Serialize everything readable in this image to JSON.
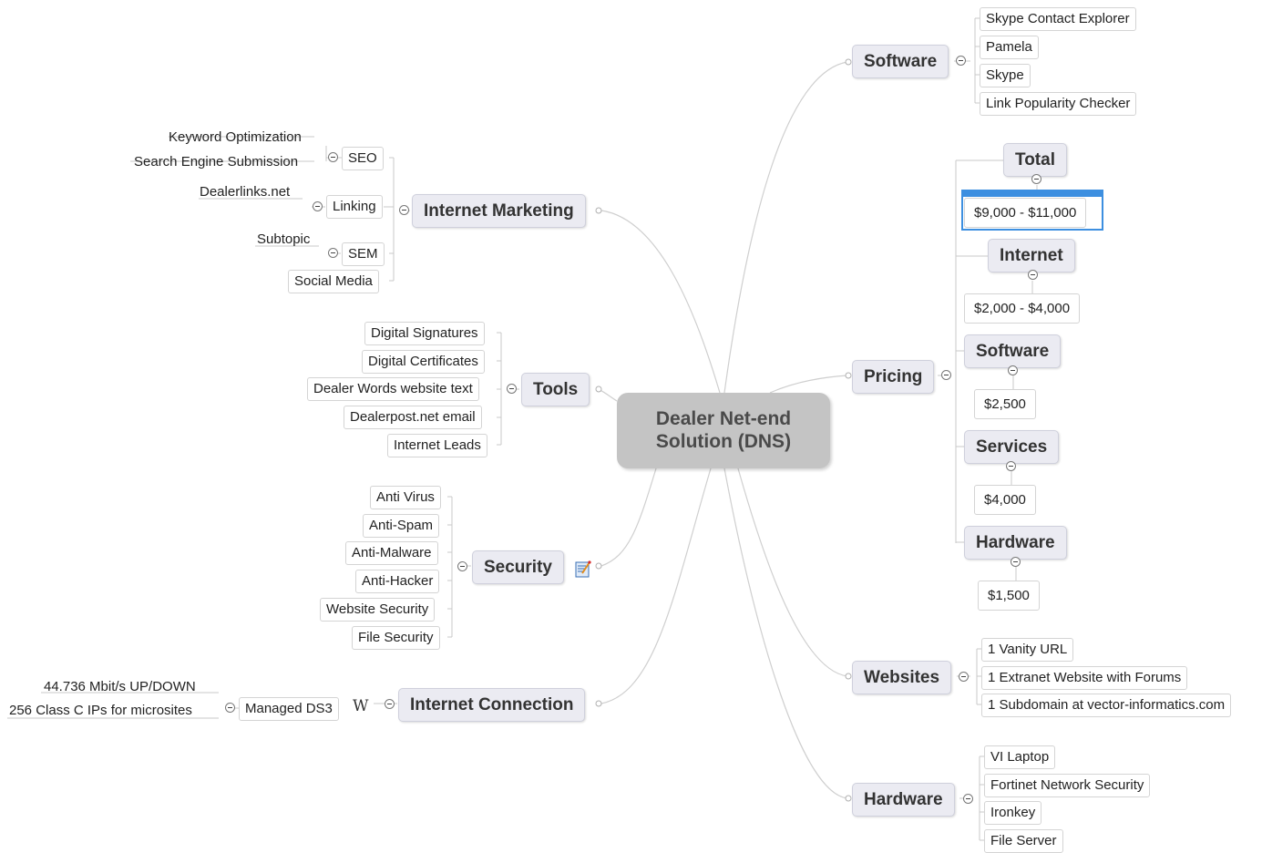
{
  "central_topic": {
    "line1": "Dealer Net-end",
    "line2": "Solution (DNS)"
  },
  "software": {
    "label": "Software",
    "items": [
      "Skype Contact Explorer",
      "Pamela",
      "Skype",
      "Link Popularity Checker"
    ]
  },
  "pricing": {
    "label": "Pricing",
    "total": {
      "label": "Total",
      "value": "$9,000 - $11,000"
    },
    "internet": {
      "label": "Internet",
      "value": "$2,000 - $4,000"
    },
    "software": {
      "label": "Software",
      "value": "$2,500"
    },
    "services": {
      "label": "Services",
      "value": "$4,000"
    },
    "hardware": {
      "label": "Hardware",
      "value": "$1,500"
    }
  },
  "websites": {
    "label": "Websites",
    "items": [
      "1 Vanity URL",
      "1 Extranet Website with Forums",
      "1 Subdomain at vector-informatics.com"
    ]
  },
  "hardware": {
    "label": "Hardware",
    "items": [
      "VI Laptop",
      "Fortinet Network Security",
      "Ironkey",
      "File Server"
    ]
  },
  "internet_marketing": {
    "label": "Internet Marketing",
    "seo": {
      "label": "SEO",
      "children": [
        "Keyword Optimization",
        "Search Engine Submission"
      ]
    },
    "linking": {
      "label": "Linking",
      "children": [
        "Dealerlinks.net"
      ]
    },
    "sem": {
      "label": "SEM",
      "children": [
        "Subtopic"
      ]
    },
    "social_media": {
      "label": "Social Media"
    }
  },
  "tools": {
    "label": "Tools",
    "items": [
      "Digital Signatures",
      "Digital Certificates",
      "Dealer Words website text",
      "Dealerpost.net email",
      "Internet Leads"
    ]
  },
  "security": {
    "label": "Security",
    "items": [
      "Anti Virus",
      "Anti-Spam",
      "Anti-Malware",
      "Anti-Hacker",
      "Website Security",
      "File Security"
    ],
    "note_icon": "notes-icon"
  },
  "internet_connection": {
    "label": "Internet Connection",
    "managed_ds3": {
      "label": "Managed DS3",
      "children": [
        "44.736 Mbit/s UP/DOWN",
        "256 Class C IPs for microsites"
      ],
      "wiki_icon": "W"
    }
  },
  "colors": {
    "central": "#c4c4c4",
    "main_topic": "#ebebf2",
    "selection": "#3d8fe0",
    "connector": "#c8c8c8"
  }
}
